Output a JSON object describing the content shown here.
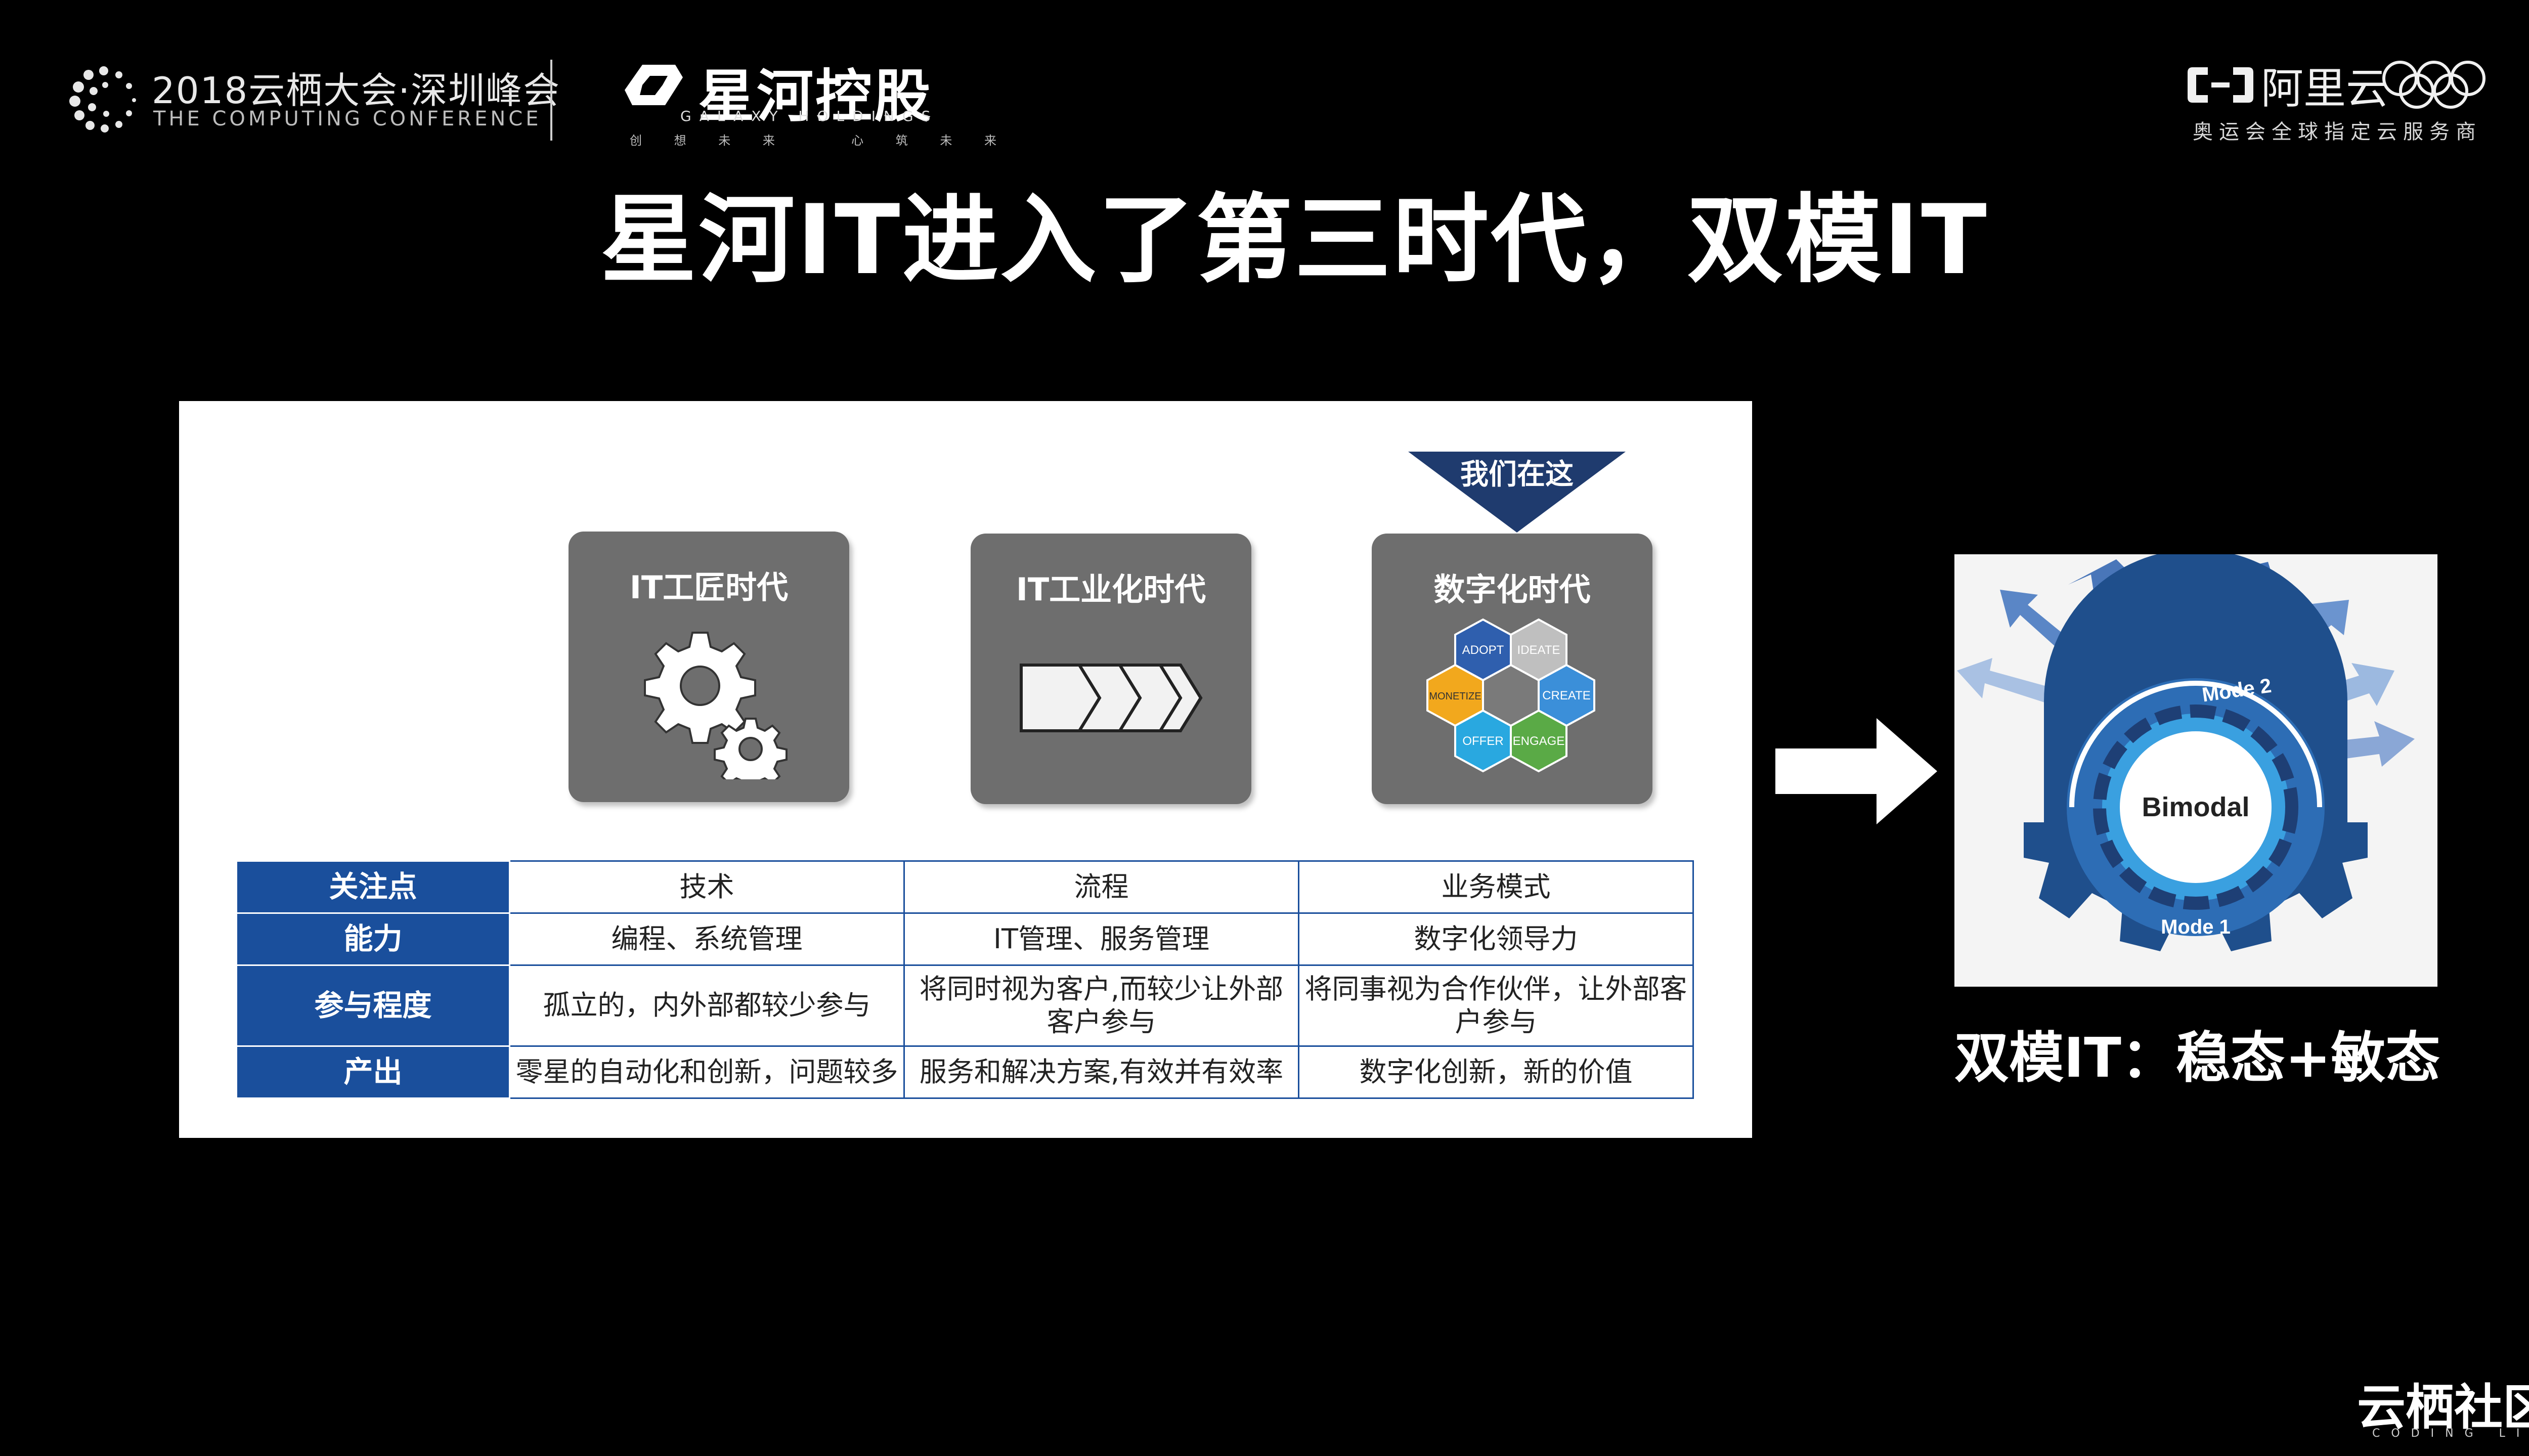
{
  "header": {
    "conference_title": "2018云栖大会·深圳峰会",
    "conference_subtitle": "THE COMPUTING CONFERENCE",
    "sponsor_name": "星河控股",
    "sponsor_en": "GALAXY HOLDINGS",
    "sponsor_slogan": "创 想 未 来 　 心 筑 未 来",
    "brand_name": "阿里云",
    "brand_tagline": "奥运会全球指定云服务商"
  },
  "slide": {
    "title": "星河IT进入了第三时代，双模IT"
  },
  "eras": {
    "pointer_label": "我们在这",
    "cards": [
      {
        "title": "IT工匠时代",
        "icon": "gears-icon"
      },
      {
        "title": "IT工业化时代",
        "icon": "chevrons-icon"
      },
      {
        "title": "数字化时代",
        "icon": "puzzle-hexagon-icon",
        "pieces": [
          "ADOPT",
          "IDEATE",
          "MONETIZE",
          "CREATE",
          "OFFER",
          "ENGAGE"
        ]
      }
    ]
  },
  "table": {
    "rows": [
      {
        "header": "关注点",
        "cells": [
          "技术",
          "流程",
          "业务模式"
        ]
      },
      {
        "header": "能力",
        "cells": [
          "编程、系统管理",
          "IT管理、服务管理",
          "数字化领导力"
        ]
      },
      {
        "header": "参与程度",
        "cells": [
          "孤立的，内外部都较少参与",
          "将同时视为客户,而较少让外部客户参与",
          "将同事视为合作伙伴，让外部客户参与"
        ]
      },
      {
        "header": "产出",
        "cells": [
          "零星的自动化和创新，问题较多",
          "服务和解决方案,有效并有效率",
          "数字化创新，新的价值"
        ]
      }
    ],
    "header_color": "#1a4f9c"
  },
  "bimodal": {
    "center_label": "Bimodal",
    "mode_top": "Mode 2",
    "mode_bottom": "Mode 1",
    "caption": "双模IT：稳态+敏态"
  },
  "footer": {
    "community_name": "云栖社区",
    "community_tagline": "CODING LIFE"
  }
}
